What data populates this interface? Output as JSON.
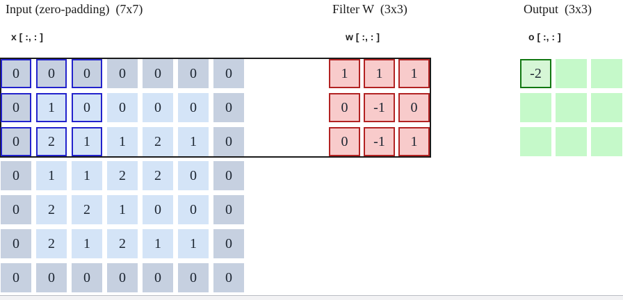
{
  "panels": {
    "input": {
      "title": "Input (zero-padding)  (7x7)",
      "label": "x [ :, : ]",
      "grid": [
        [
          0,
          0,
          0,
          0,
          0,
          0,
          0
        ],
        [
          0,
          1,
          0,
          0,
          0,
          0,
          0
        ],
        [
          0,
          2,
          1,
          1,
          2,
          1,
          0
        ],
        [
          0,
          1,
          1,
          2,
          2,
          0,
          0
        ],
        [
          0,
          2,
          2,
          1,
          0,
          0,
          0
        ],
        [
          0,
          2,
          1,
          2,
          1,
          1,
          0
        ],
        [
          0,
          0,
          0,
          0,
          0,
          0,
          0
        ]
      ],
      "zero_padded": true,
      "window": {
        "row": 0,
        "col": 0,
        "size": 3
      }
    },
    "filter": {
      "title": "Filter W  (3x3)",
      "label": "w [ :, : ]",
      "grid": [
        [
          1,
          1,
          1
        ],
        [
          0,
          -1,
          0
        ],
        [
          0,
          -1,
          1
        ]
      ]
    },
    "output": {
      "title": "Output  (3x3)",
      "label": "o [ :, : ]",
      "grid": [
        [
          "-2",
          "",
          ""
        ],
        [
          "",
          "",
          ""
        ],
        [
          "",
          "",
          ""
        ]
      ],
      "active": {
        "row": 0,
        "col": 0
      }
    }
  },
  "colors": {
    "input_inner": "#d4e4f7",
    "input_padding": "#c6d0e0",
    "window_border": "#2222cc",
    "filter_fill": "#f8cbcb",
    "filter_border": "#b22222",
    "output_fill": "#c5f9c9",
    "output_active_fill": "#d6f6d6",
    "output_active_border": "#117711",
    "scan_rect_border": "#1a1a1a"
  }
}
